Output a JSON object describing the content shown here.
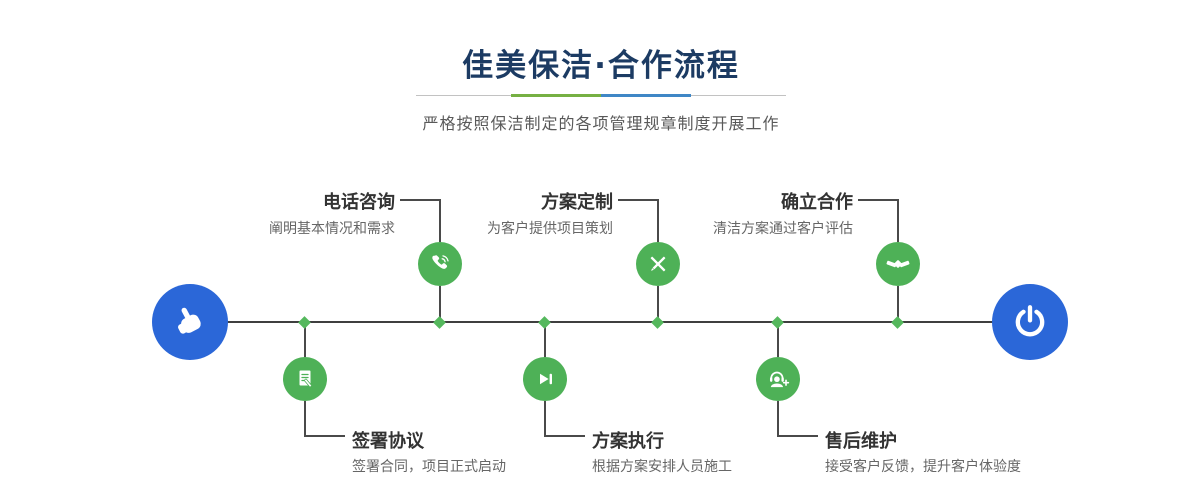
{
  "header": {
    "title": "佳美保洁·合作流程",
    "subtitle": "严格按照保洁制定的各项管理规章制度开展工作"
  },
  "process": {
    "start_icon": "pointer-hand-icon",
    "end_icon": "power-icon",
    "steps_top": [
      {
        "title": "电话咨询",
        "desc": "阐明基本情况和需求",
        "icon": "phone-icon"
      },
      {
        "title": "方案定制",
        "desc": "为客户提供项目策划",
        "icon": "design-pencil-icon"
      },
      {
        "title": "确立合作",
        "desc": "清洁方案通过客户评估",
        "icon": "handshake-icon"
      }
    ],
    "steps_bottom": [
      {
        "title": "签署协议",
        "desc": "签署合同，项目正式启动",
        "icon": "contract-icon"
      },
      {
        "title": "方案执行",
        "desc": "根据方案安排人员施工",
        "icon": "play-execute-icon"
      },
      {
        "title": "售后维护",
        "desc": "接受客户反馈，提升客户体验度",
        "icon": "customer-service-icon"
      }
    ]
  },
  "colors": {
    "accent_green": "#4eb157",
    "accent_blue": "#2b67d8",
    "title_navy": "#1c3b63",
    "underline_green": "#76b043",
    "underline_blue": "#3f87c6"
  }
}
